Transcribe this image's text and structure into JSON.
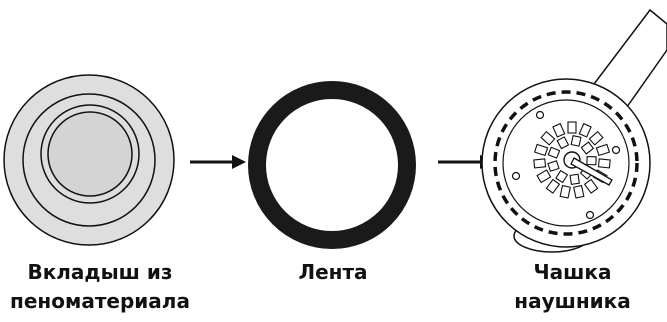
{
  "labels": {
    "foam_insert": [
      "Вкладыш из",
      "пеноматериала"
    ],
    "tape": [
      "Лента"
    ],
    "earcup": [
      "Чашка",
      "наушника"
    ]
  },
  "colors": {
    "line": "#111111",
    "fill_light": "#dedede",
    "fill_mid": "#cfcfcf",
    "fill_white": "#ffffff",
    "tape_ring": "#1a1a1a"
  },
  "icons": [
    "foam-insert-icon",
    "tape-ring-icon",
    "earcup-icon",
    "arrow-right-icon"
  ]
}
